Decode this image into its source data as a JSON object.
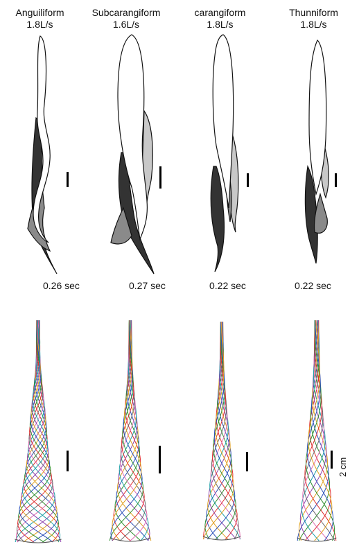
{
  "panels": [
    {
      "name": "Anguiliform",
      "speed": "1.8L/s",
      "time": "0.26 sec"
    },
    {
      "name": "Subcarangiform",
      "speed": "1.6L/s",
      "time": "0.27 sec"
    },
    {
      "name": "carangiform",
      "speed": "1.8L/s",
      "time": "0.22 sec"
    },
    {
      "name": "Thunniform",
      "speed": "1.8L/s",
      "time": "0.22 sec"
    }
  ],
  "scale_label": "2 cm",
  "colors": {
    "outline": "#111111",
    "dark_fill": "#333333",
    "mid_fill": "#8a8a8a",
    "light_fill": "#c8c8c8",
    "trace_colors": [
      "#e03030",
      "#2f8f2f",
      "#2a4fb8",
      "#e0a020",
      "#8e44ad",
      "#1fa0a8",
      "#e06ab0",
      "#6b6b6b"
    ]
  }
}
